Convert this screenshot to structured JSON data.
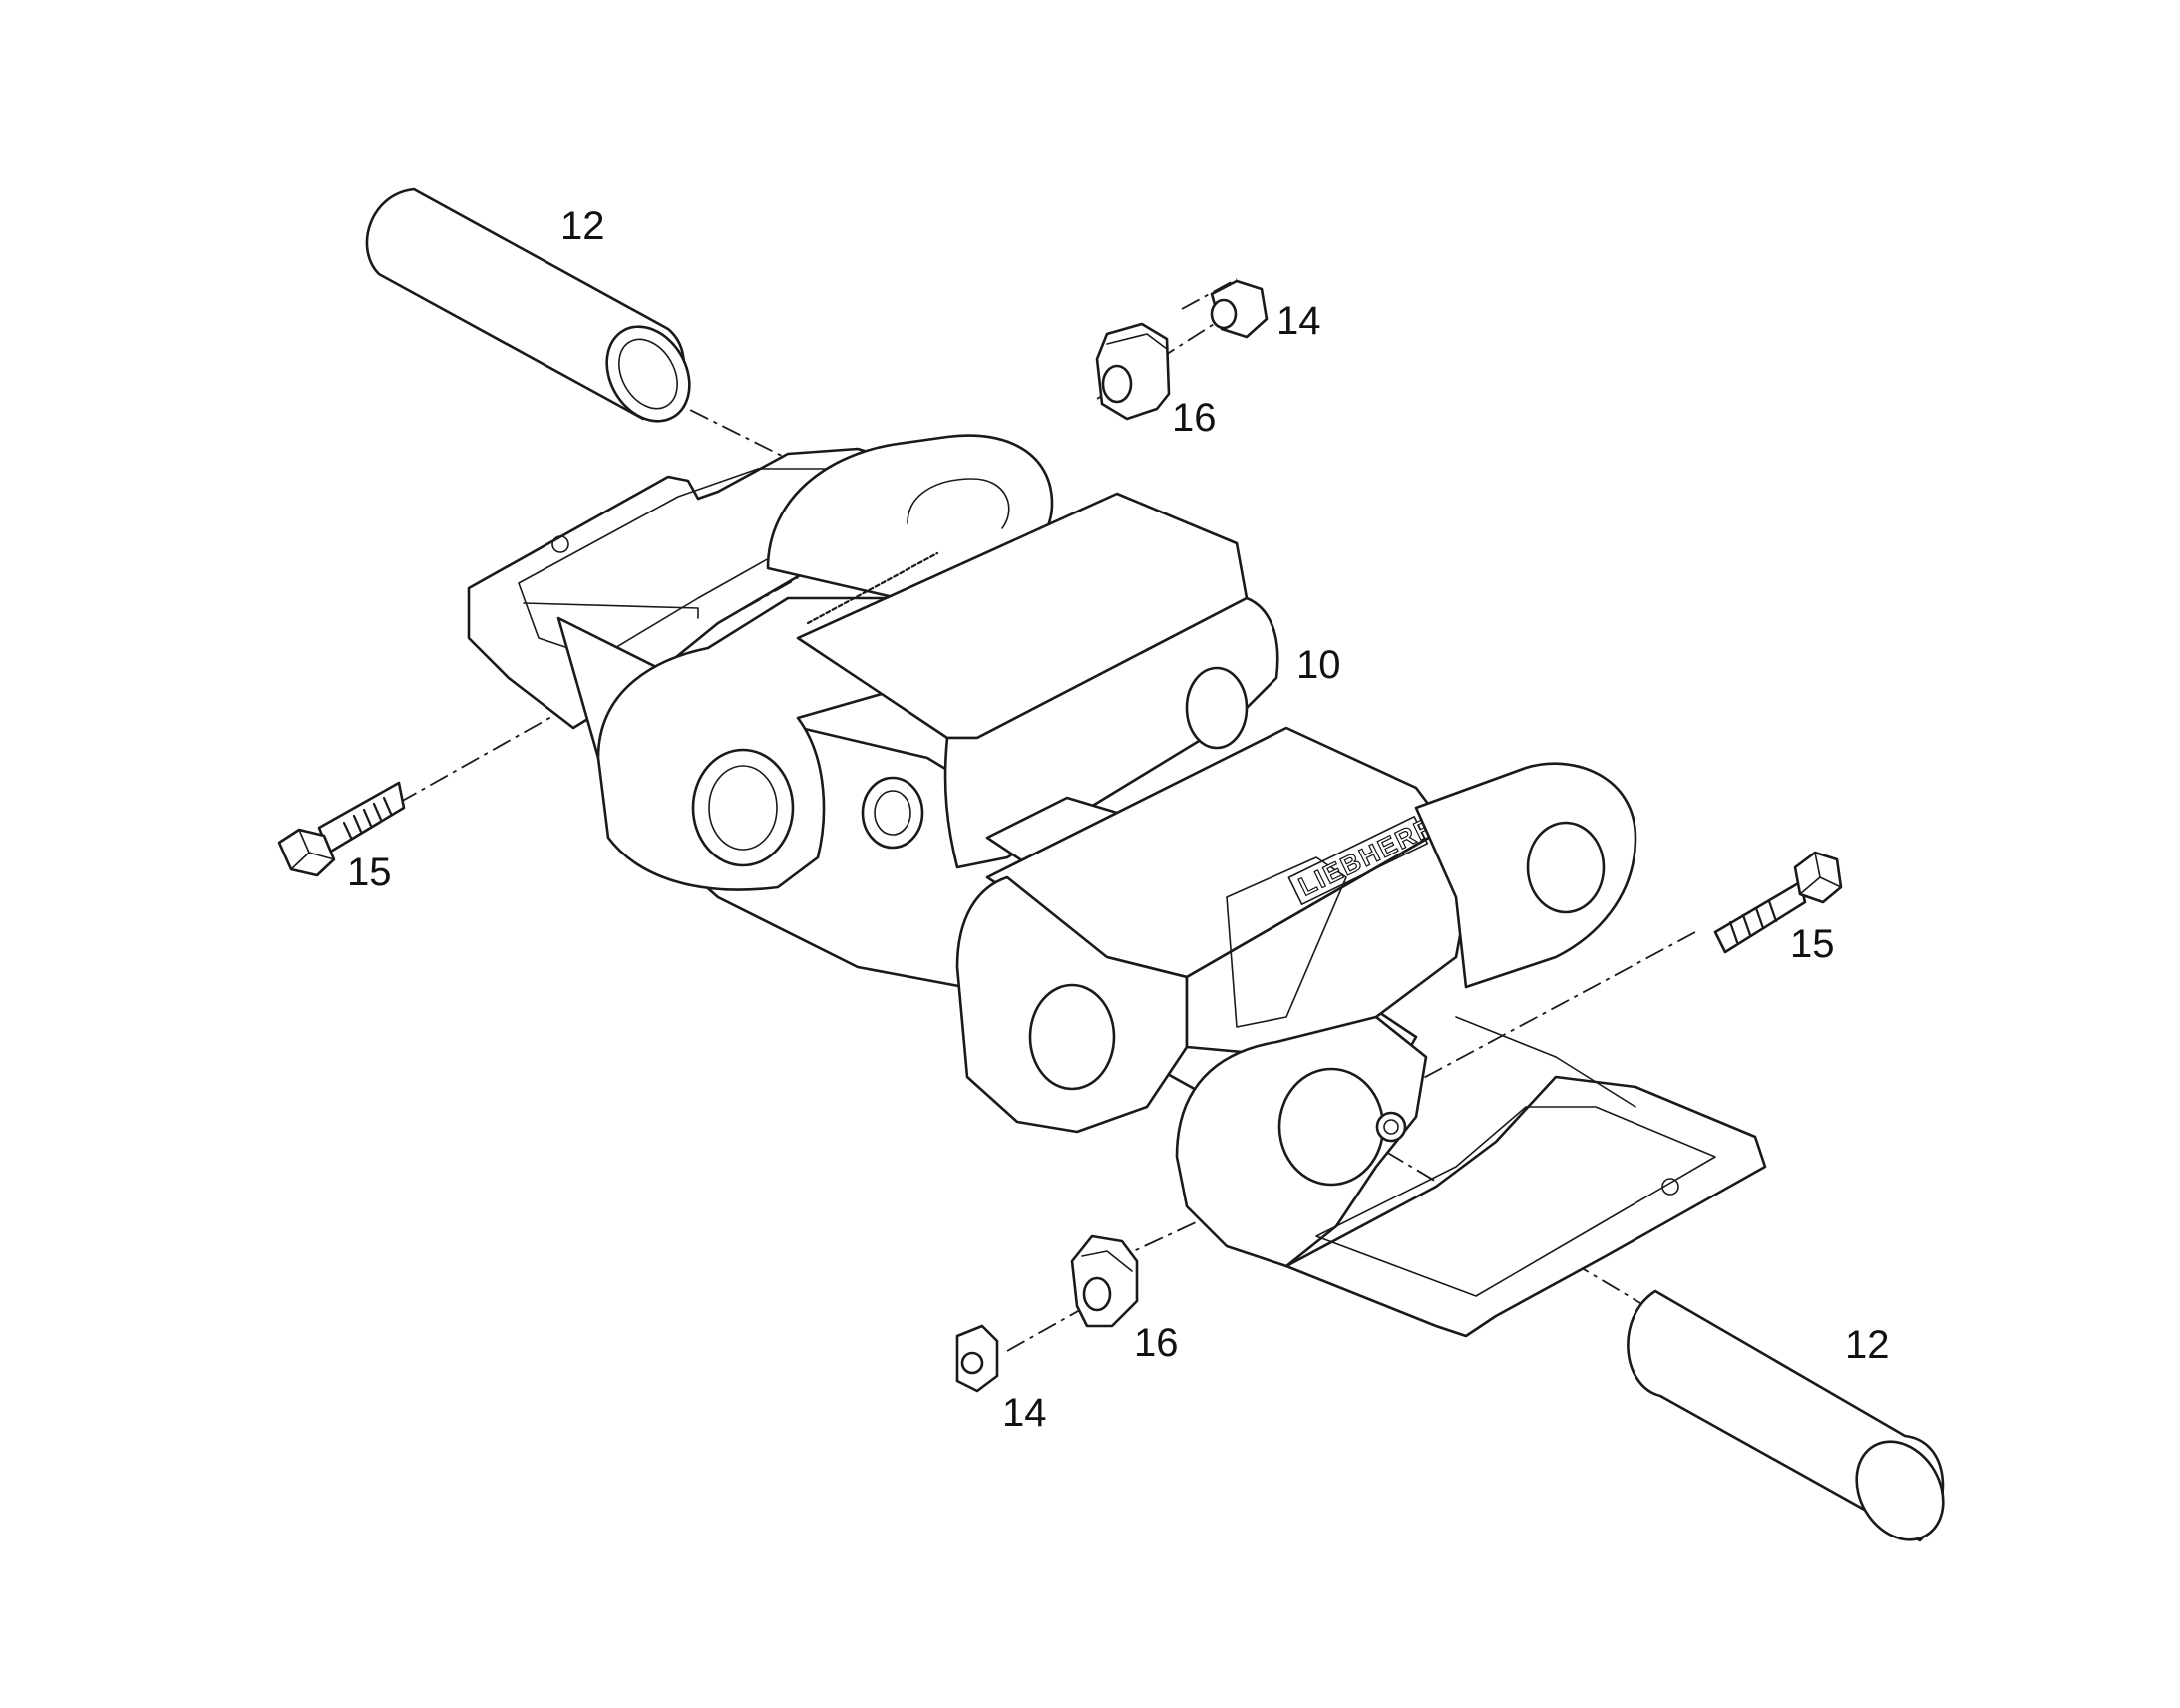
{
  "labels": {
    "pin_top": "12",
    "pin_bottom": "12",
    "link": "10",
    "nut_top": "14",
    "nut_bottom": "14",
    "bolt_left": "15",
    "bolt_right": "15",
    "clip_top": "16",
    "clip_bottom": "16"
  },
  "brand_mark": "LIEBHERR",
  "colors": {
    "line": "#1a1a1a",
    "background": "#ffffff"
  }
}
